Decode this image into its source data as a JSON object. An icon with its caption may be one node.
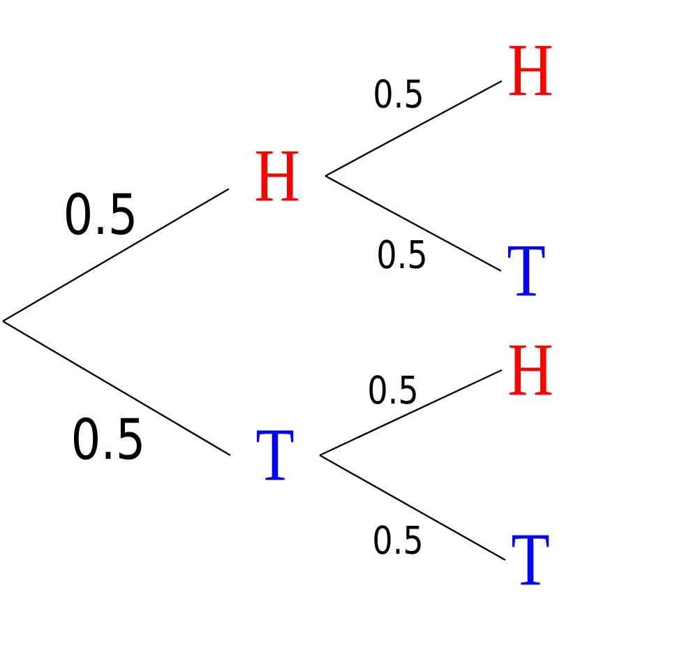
{
  "diagram": {
    "nodes": [
      {
        "text": [
          "H"
        ]
      },
      {
        "text": [
          "T"
        ]
      },
      {
        "text": [
          "H"
        ]
      },
      {
        "text": [
          "T"
        ]
      },
      {
        "text": [
          "H"
        ]
      },
      {
        "text": [
          "T"
        ]
      }
    ],
    "edges": [
      {
        "from": null,
        "to": 0,
        "arrow": "none",
        "label": "0.5"
      },
      {
        "from": null,
        "to": 1,
        "arrow": "none",
        "label": "0.5"
      },
      {
        "from": 0,
        "to": 2,
        "arrow": "none",
        "label": "0.5"
      },
      {
        "from": 0,
        "to": 3,
        "arrow": "none",
        "label": "0.5"
      },
      {
        "from": 1,
        "to": 4,
        "arrow": "none",
        "label": "0.5"
      },
      {
        "from": 1,
        "to": 5,
        "arrow": "none",
        "label": "0.5"
      }
    ]
  }
}
